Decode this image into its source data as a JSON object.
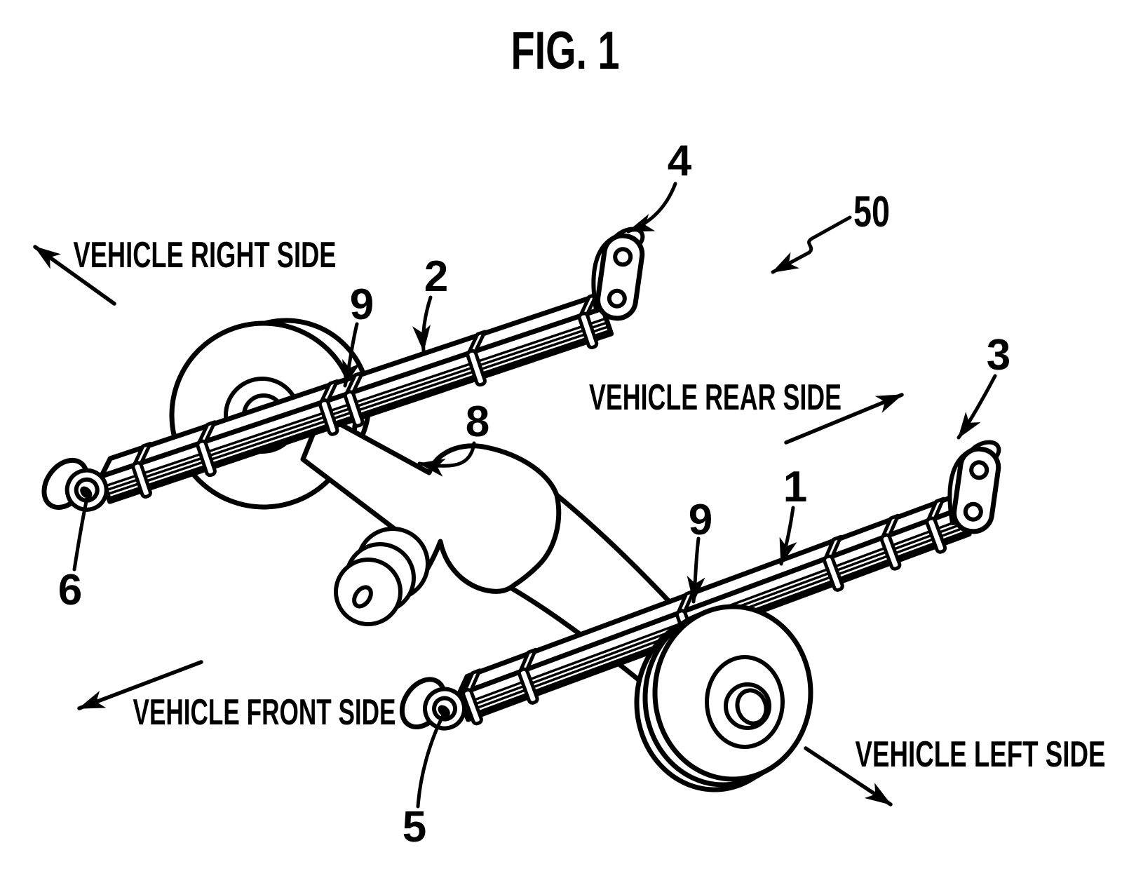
{
  "figure": {
    "title": "FIG. 1"
  },
  "orientation_labels": {
    "right": "VEHICLE RIGHT SIDE",
    "rear": "VEHICLE REAR SIDE",
    "front": "VEHICLE FRONT SIDE",
    "left": "VEHICLE LEFT SIDE"
  },
  "reference_numerals": {
    "assembly": "50",
    "left_leaf_spring": "1",
    "right_leaf_spring": "2",
    "left_shackle": "3",
    "right_shackle": "4",
    "left_spring_eye": "5",
    "right_spring_eye": "6",
    "axle_housing": "8",
    "spring_clips": "9"
  },
  "colors": {
    "ink": "#000000",
    "paper": "#ffffff"
  }
}
